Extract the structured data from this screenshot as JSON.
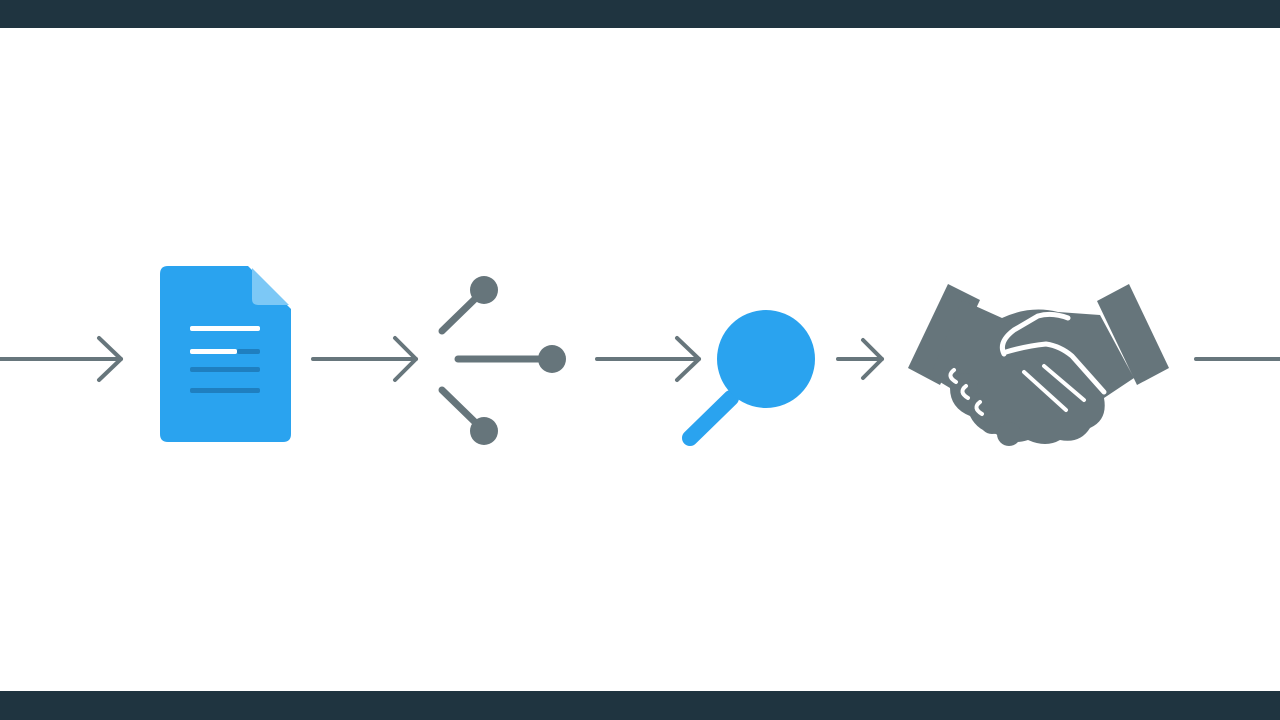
{
  "colors": {
    "frame_bar": "#1f3440",
    "background": "#ffffff",
    "accent_blue": "#2aa3ef",
    "icon_gray": "#66757b",
    "connector_gray": "#67767c"
  },
  "flow": {
    "steps": [
      {
        "icon": "document-icon",
        "color": "accent_blue"
      },
      {
        "icon": "branch-network-icon",
        "color": "icon_gray"
      },
      {
        "icon": "magnifier-icon",
        "color": "accent_blue"
      },
      {
        "icon": "handshake-icon",
        "color": "icon_gray"
      }
    ],
    "connectors": [
      "arrow-right-icon",
      "arrow-right-icon",
      "arrow-right-icon",
      "arrow-right-icon",
      "line-connector"
    ]
  }
}
